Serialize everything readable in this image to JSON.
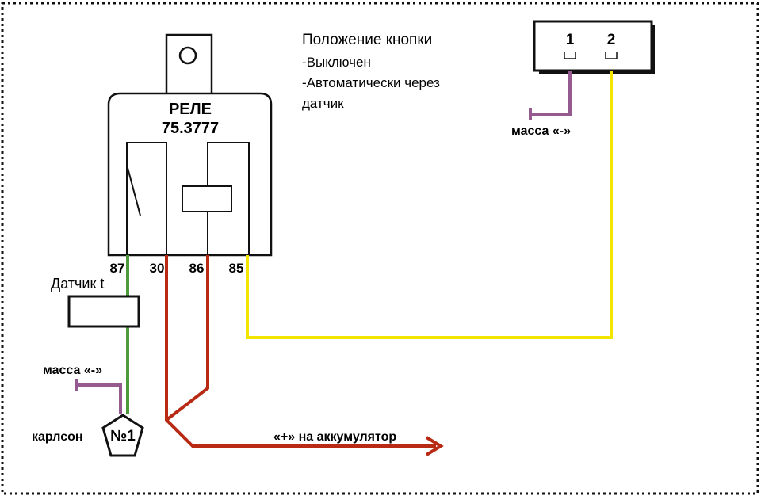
{
  "relay": {
    "title": "РЕЛЕ",
    "model": "75.3777",
    "pins": [
      "87",
      "30",
      "86",
      "85"
    ]
  },
  "notes": {
    "heading": "Положение кнопки",
    "line1": "-Выключен",
    "line2": "-Автоматически через",
    "line3": "датчик"
  },
  "button": {
    "pin1": "1",
    "pin2": "2"
  },
  "labels": {
    "ground_top": "масса «-»",
    "ground_left": "масса «-»",
    "sensor": "Датчик t",
    "fan_name": "карлсон",
    "fan_num": "№1",
    "battery": "«+» на аккумулятор"
  },
  "colors": {
    "green": "#4c9a3c",
    "red": "#b82a14",
    "yellow": "#f2e600",
    "purple": "#955a8f",
    "black": "#111111"
  }
}
